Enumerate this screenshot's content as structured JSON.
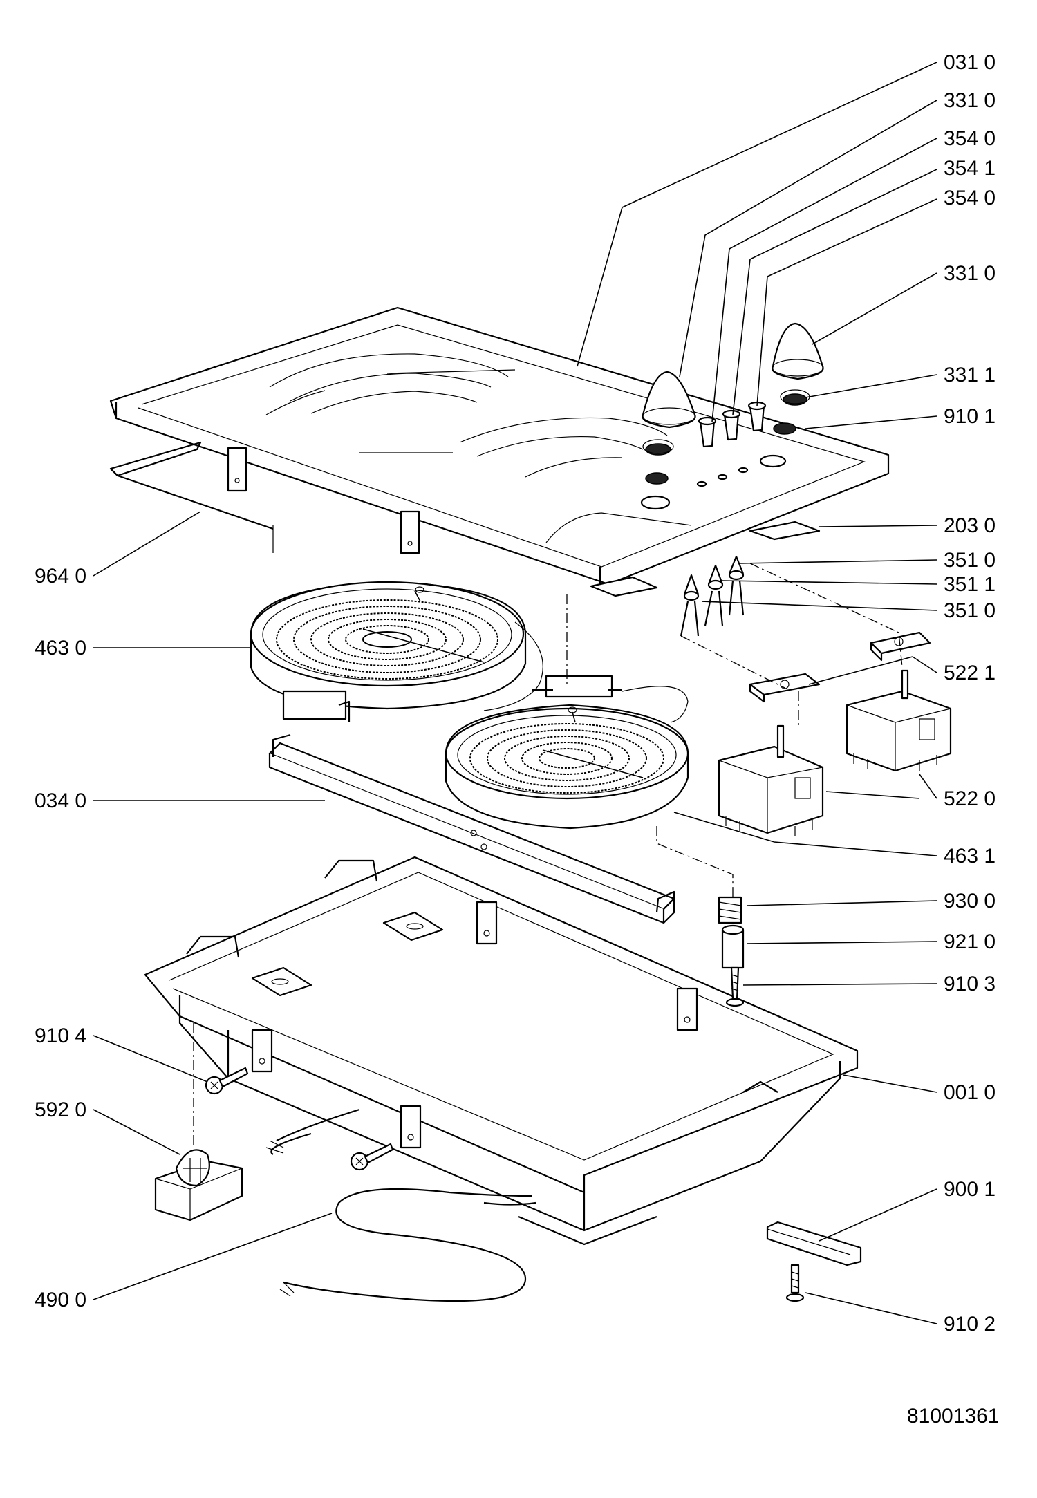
{
  "document_number": "81001361",
  "labels_right": [
    "031 0",
    "331 0",
    "354 0",
    "354 1",
    "354 0",
    "331 0",
    "331 1",
    "910 1",
    "203 0",
    "351 0",
    "351 1",
    "351 0",
    "522 1",
    "522 0",
    "463 1",
    "930 0",
    "921 0",
    "910 3",
    "001 0",
    "900 1",
    "910 2"
  ],
  "labels_left": [
    "964 0",
    "463 0",
    "034 0",
    "910 4",
    "592 0",
    "490 0"
  ]
}
